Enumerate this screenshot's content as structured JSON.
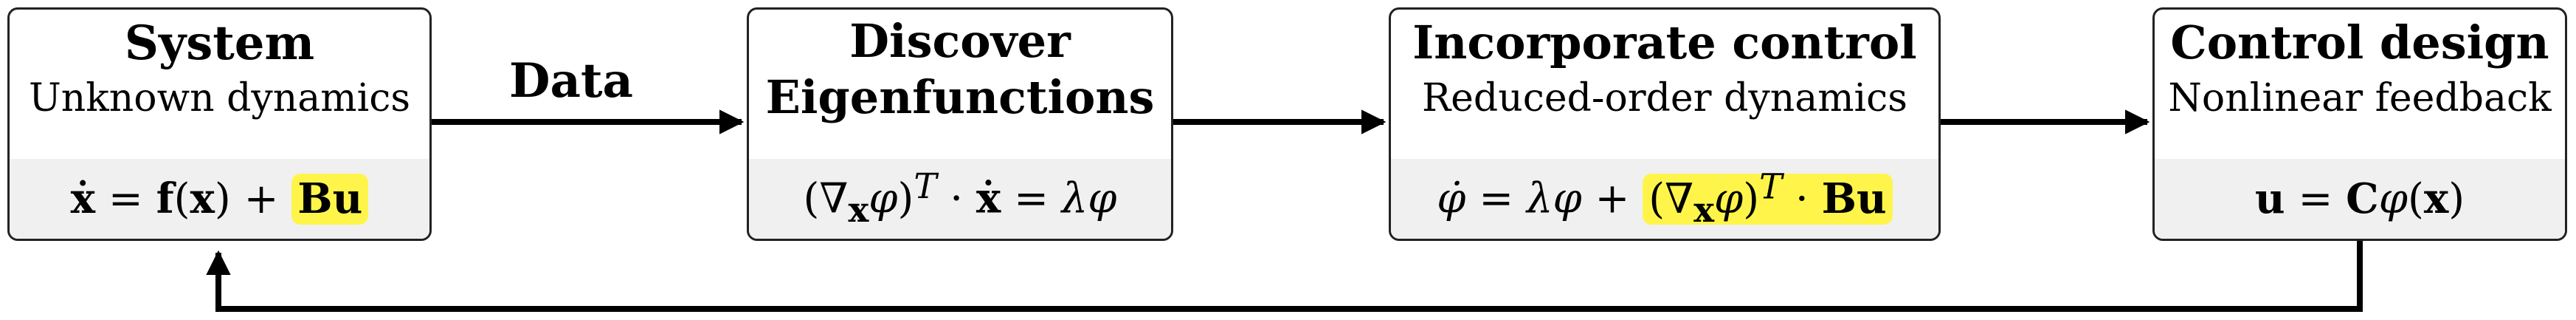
{
  "nodes": [
    {
      "id": "system",
      "title": "System",
      "subtitle": "Unknown dynamics"
    },
    {
      "id": "discover",
      "title_line1": "Discover",
      "title_line2": "Eigenfunctions"
    },
    {
      "id": "incorporate",
      "title": "Incorporate control",
      "subtitle": "Reduced-order dynamics"
    },
    {
      "id": "control",
      "title": "Control design",
      "subtitle": "Nonlinear feedback"
    }
  ],
  "edges": [
    {
      "from": "system",
      "to": "discover",
      "label": "Data"
    },
    {
      "from": "discover",
      "to": "incorporate",
      "label": ""
    },
    {
      "from": "incorporate",
      "to": "control",
      "label": ""
    },
    {
      "from": "control",
      "to": "system",
      "label": ""
    }
  ],
  "equations": {
    "system": {
      "lhs": "ẋ",
      "eq": " = ",
      "f": "f",
      "open": "(",
      "x": "x",
      "close": ")",
      "plus": " + ",
      "highlight": "Bu"
    },
    "discover": {
      "open": "(∇",
      "sub": "x",
      "phi": "φ",
      "close": ")",
      "sup": "T",
      "dot": " · ",
      "xdot": "ẋ",
      "eq": " = ",
      "rhs": "λφ"
    },
    "incorporate": {
      "lhs": "φ̇",
      "eq": " = ",
      "lam": "λφ",
      "plus": " + ",
      "hl_open": "(∇",
      "hl_sub": "x",
      "hl_phi": "φ",
      "hl_close": ")",
      "hl_sup": "T",
      "hl_dot": " · ",
      "hl_bu": "Bu"
    },
    "control": {
      "u": "u",
      "eq": " = ",
      "C": "C",
      "phi": "φ",
      "open": "(",
      "x": "x",
      "close": ")"
    }
  },
  "colors": {
    "highlight": "#fff54a",
    "box_border": "#222222",
    "equation_bg": "#f0f0f0",
    "arrow": "#000000"
  }
}
